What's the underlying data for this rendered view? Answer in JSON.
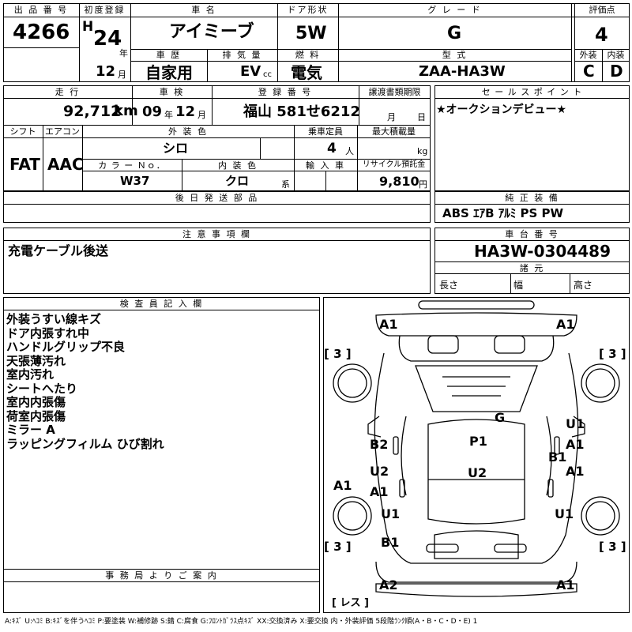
{
  "header": {
    "lot_no_label": "出 品 番 号",
    "lot_no": "4266",
    "first_reg_label": "初度登録",
    "era": "H",
    "year": "24",
    "year_unit": "年",
    "month": "12",
    "month_unit": "月",
    "car_name_label": "車 名",
    "car_name": "アイミーブ",
    "door_label": "ドア形状",
    "door": "5W",
    "grade_label": "グ レ ー ド",
    "grade": "G",
    "score_label": "評価点",
    "score": "4",
    "history_label": "車 歴",
    "history": "自家用",
    "displacement_label": "排 気 量",
    "displacement": "EV",
    "displacement_unit": "cc",
    "fuel_label": "燃 料",
    "fuel": "電気",
    "model_label": "型 式",
    "model": "ZAA-HA3W",
    "ext_label": "外装",
    "ext": "C",
    "int_label": "内装",
    "int": "D"
  },
  "row2": {
    "mileage_label": "走 行",
    "mileage": "92,712",
    "mileage_unit": "km",
    "inspection_label": "車 検",
    "insp_year": "09",
    "insp_year_unit": "年",
    "insp_month": "12",
    "insp_month_unit": "月",
    "plate_label": "登 録 番 号",
    "plate": "福山 581せ6212",
    "transfer_label": "譲渡書類期限",
    "transfer_month_unit": "月",
    "transfer_day_unit": "日",
    "sales_label": "セ ー ル ス ポ イ ン ト",
    "sales_point": "★オークションデビュー★",
    "shift_label": "シフト",
    "shift": "FAT",
    "ac_label": "エアコン",
    "ac": "AAC",
    "ext_color_label": "外 装 色",
    "ext_color": "シロ",
    "capacity_label": "乗車定員",
    "capacity": "4",
    "capacity_unit": "人",
    "max_load_label": "最大積載量",
    "max_load_unit": "kg",
    "color_no_label": "カ ラ ー Ｎｏ．",
    "color_no": "W37",
    "int_color_label": "内 装 色",
    "int_color": "クロ",
    "int_color_unit": "系",
    "import_label": "輸 入 車",
    "recycle_label": "リサイクル預託金",
    "recycle": "9,810",
    "recycle_unit": "円"
  },
  "parts": {
    "later_parts_label": "後 日 発 送 部 品",
    "equip_label": "純 正 装 備",
    "equipment": "ABS ｴｱB ｱﾙﾐ PS PW"
  },
  "notes": {
    "label": "注 意 事 項 欄",
    "text": "充電ケーブル後送",
    "chassis_label": "車 台 番 号",
    "chassis": "HA3W-0304489",
    "spec_label": "諸 元",
    "length_label": "長さ",
    "width_label": "幅",
    "height_label": "高さ"
  },
  "inspector": {
    "label": "検 査 員 記 入 欄",
    "items": [
      "外装うすい線キズ",
      "ドア内張すれ中",
      "ハンドルグリップ不良",
      "天張薄汚れ",
      "室内汚れ",
      "シートへたり",
      "室内内張傷",
      "荷室内張傷",
      "ミラー A",
      "ラッピングフィルム ひび割れ"
    ]
  },
  "office": {
    "label": "事 務 局 よ り ご 案 内"
  },
  "diagram": {
    "tire_fl": "[ 3 ]",
    "tire_fr": "[ 3 ]",
    "tire_rl": "[ 3 ]",
    "tire_rr": "[ 3 ]",
    "spare": "[ レス ]",
    "marks": {
      "front_bumper_l": "A1",
      "front_bumper_r": "A1",
      "windshield": "G",
      "front_door_r_u": "U1",
      "front_door_r_a": "A1",
      "front_door_r_b": "B1",
      "rear_door_r": "A1",
      "front_door_l": "B2",
      "roof_front": "P1",
      "roof_rear": "U2",
      "rear_door_l_u": "U2",
      "rear_door_l_a": "A1",
      "fender_l": "A1",
      "rear_fender_l": "U1",
      "rear_fender_r": "U1",
      "quarter_l": "B1",
      "rear_bumper_l": "A2",
      "rear_bumper_r": "A1"
    }
  },
  "legend": "A:ｷｽﾞ U:ﾍｺﾐ B:ｷｽﾞを伴うﾍｺﾐ P:要塗装 W:補修跡 S:錆 C:腐食 G:ﾌﾛﾝﾄｶﾞﾗｽ点ｷｽﾞ XX:交換済み X:要交換 内・外装評価 5段階ﾗﾝｸ順(A・B・C・D・E) 1"
}
